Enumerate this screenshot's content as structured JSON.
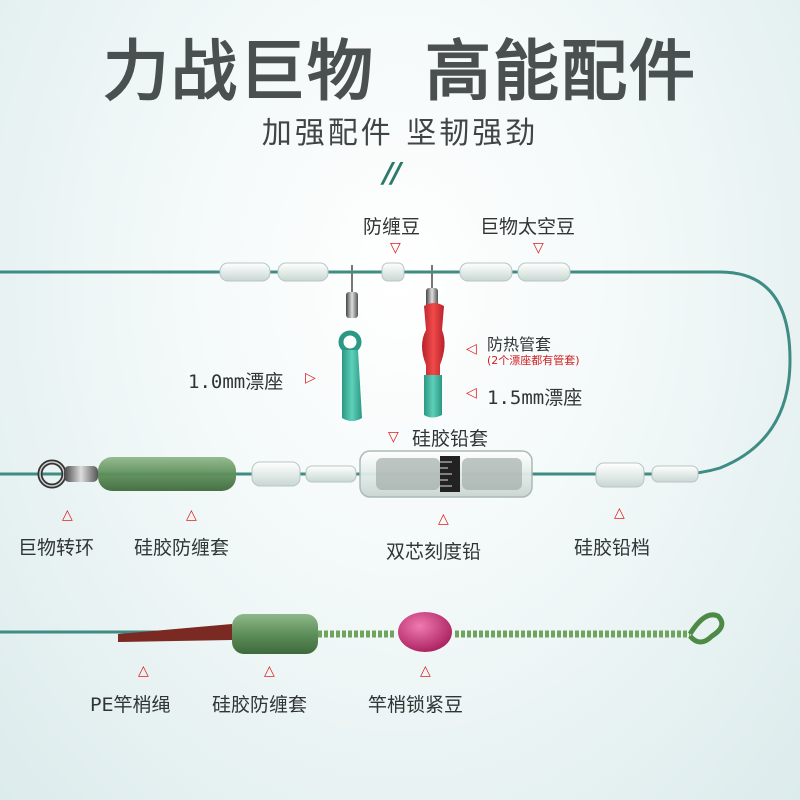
{
  "header": {
    "title": "力战巨物  高能配件",
    "subtitle": "加强配件 坚韧强劲",
    "mark": "//"
  },
  "labels": {
    "anti_tangle_bean": "防缠豆",
    "giant_space_bean": "巨物太空豆",
    "heat_shrink_sleeve": "防热管套",
    "heat_shrink_note": "(2个漂座都有管套)",
    "float_seat_10": "1.0mm漂座",
    "float_seat_15": "1.5mm漂座",
    "silicone_lead_sleeve": "硅胶铅套",
    "giant_swivel": "巨物转环",
    "silicone_anti_tangle_sleeve": "硅胶防缠套",
    "dual_core_scale_lead": "双芯刻度铅",
    "silicone_lead_stopper": "硅胶铅档",
    "pe_rod_tip_rope": "PE竿梢绳",
    "silicone_anti_tangle_sleeve_2": "硅胶防缠套",
    "rod_tip_lock_bean": "竿梢锁紧豆"
  },
  "colors": {
    "line": "#3e8c84",
    "marker": "#e02020",
    "red_sleeve": "#e0323a",
    "teal_float": "#3fb6a0",
    "green_sleeve": "#5e8f5a",
    "pink_bean": "#c8307a",
    "brown_rope": "#7a2a22"
  }
}
